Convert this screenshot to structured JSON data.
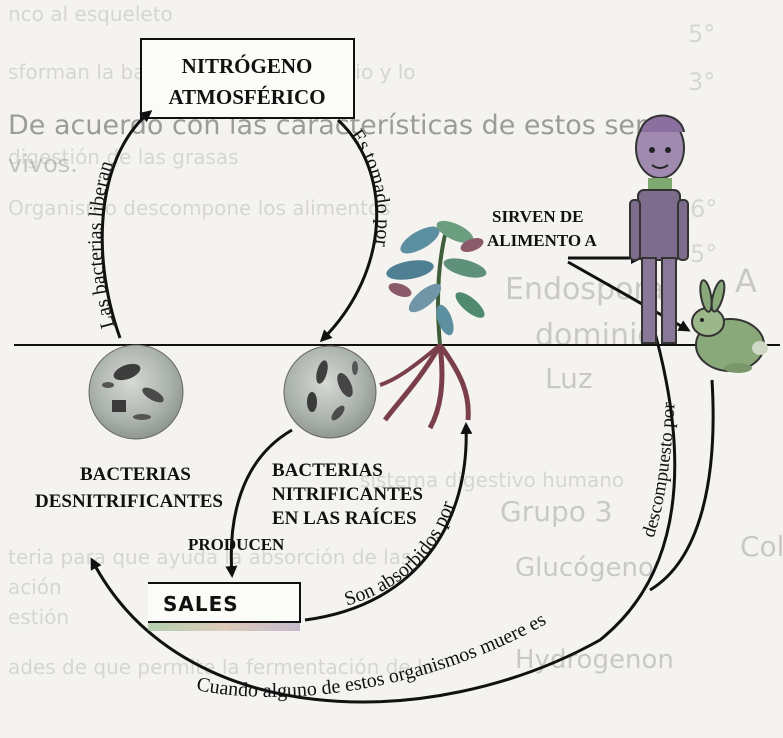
{
  "background_text": {
    "lines": [
      "nco al esqueleto",
      "sforman la base del ciclo alimenticio y lo",
      "De acuerdo con las características de estos seres",
      "vivos.",
      "digestión de las grasas",
      "Organismo descompone los alimentos",
      "A",
      "Endospora",
      "dominio",
      "Luz",
      "Grupo 3",
      "Cola",
      "Glucógeno",
      "Hydrogenon",
      "sistema digestivo humano",
      "teria para que ayuda la absorción de las",
      "ación",
      "estión",
      "ades de que permite la fermentación de la"
    ],
    "numbers": [
      "5°",
      "3°",
      "6°",
      "5°"
    ]
  },
  "diagram": {
    "nodes": {
      "nitrogen_line1": "NITRÓGENO",
      "nitrogen_line2": "ATMOSFÉRICO",
      "denitrifying_line1": "BACTERIAS",
      "denitrifying_line2": "DESNITRIFICANTES",
      "nitrifying_line1": "BACTERIAS",
      "nitrifying_line2": "NITRIFICANTES",
      "nitrifying_line3": "EN LAS RAÍCES",
      "salts": "SALES",
      "food_line1": "SIRVEN DE",
      "food_line2": "ALIMENTO A"
    },
    "edges": {
      "release": "Las bacterias liberan",
      "taken": "Es tomado por",
      "produce": "PRODUCEN",
      "absorbed": "Son absorbidos por",
      "decomposed": "descompuesto por",
      "death": "Cuando alguno de estos organismos muere es"
    }
  },
  "colors": {
    "ink": "#111111",
    "bacteria_disc": "#b7bdb9",
    "plant_leaf": "#5c8fa0",
    "root": "#7a3f4a",
    "rabbit": "#8aa97a",
    "person": "#7d6c8c",
    "accent_green": "#3f8f3a"
  }
}
